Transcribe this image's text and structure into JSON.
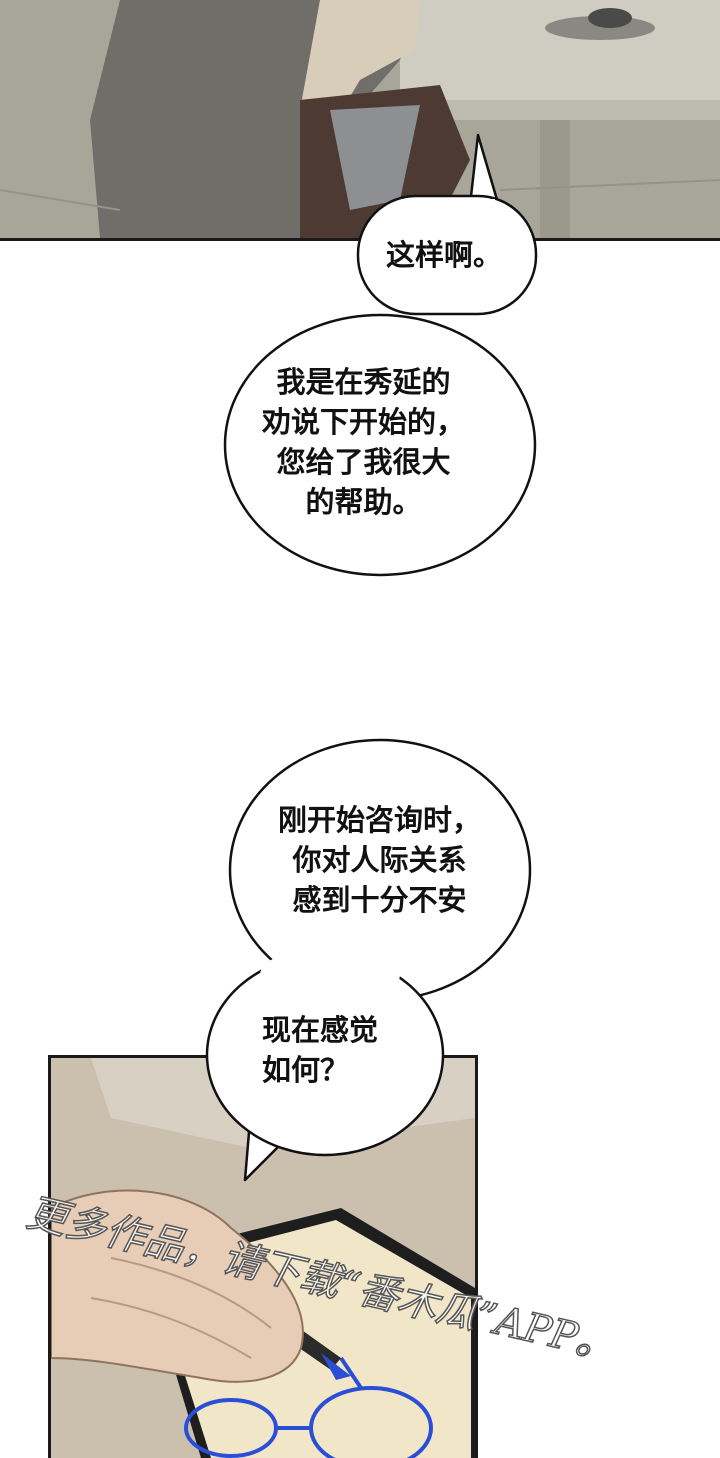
{
  "bubbles": {
    "b1": {
      "text": "这样啊。"
    },
    "b2": {
      "text": "我是在秀延的\n劝说下开始的，\n您给了我很大\n的帮助。"
    },
    "b3": {
      "text": "刚开始咨询时，\n你对人际关系\n感到十分不安"
    },
    "b4": {
      "text": "现在感觉\n如何？"
    }
  },
  "watermark": {
    "text": "更多作品，请下载“番木瓜”APP。"
  },
  "colors": {
    "ink": "#111111",
    "panel_border": "#1a1a1a",
    "diagram_blue": "#2a4fd6"
  }
}
